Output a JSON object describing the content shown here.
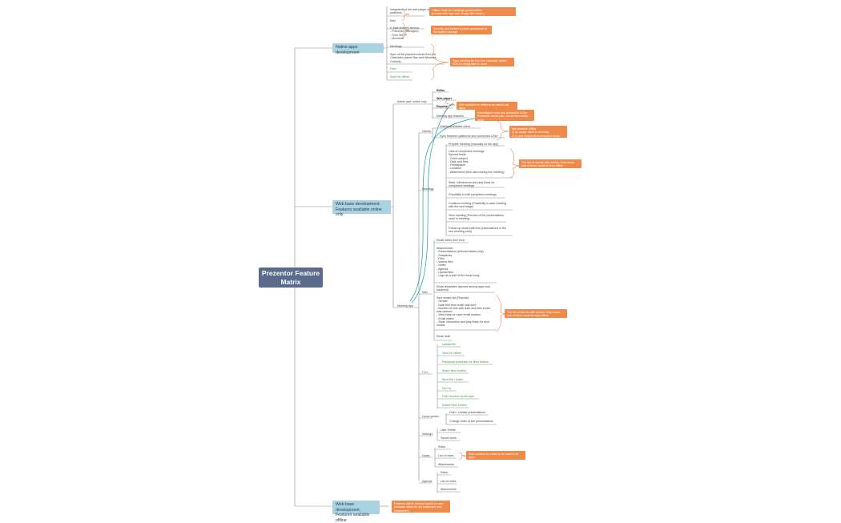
{
  "root": {
    "title": "Prezentor Feature Matrix"
  },
  "branches": {
    "native": "Native apps development",
    "web_online": "Web base development. Features available online only",
    "web_offline": "Web base development. Features available offline"
  },
  "native": {
    "integration": "Integration of the web player on both\nplatforms",
    "mail_label": "Mail",
    "mail_delivery": "E-Mail delivery service:\n- Prezentor (Sendgrid)\n- Over SMTP\n- Microsoft",
    "meetings_label": "Meetings",
    "sync_events": "Sync of the planned events from the\nCalendars (same Mac and Windows,\nOutlook).",
    "files_label": "Files",
    "save_offline": "Save for offline"
  },
  "native_notes": {
    "offline_mode": "Offline mode for meetings (presentation\npreview with logo wall, image filer mode.)",
    "security": "Security and related to store passwords in\nthe system storage",
    "sync_calendar": "Sync meeting list from the calendar, native\nSDK for integration is used."
  },
  "web": {
    "admin_part": "Admin part, online only",
    "editor": "Editor",
    "web_player": "Web player",
    "reports": "Reports",
    "meeting_app_features": "Meeting app features",
    "clients_label": "Clients",
    "clients_1": "Dashboard/delete client",
    "clients_2": "Sync between platforms and connected CRM",
    "meetings_label": "Meetings",
    "prepare": "Prepare meeting (manually on the app)",
    "lists": "Lists of completed meetings\nSynced fields:\n- Event subject\n- Date and time\n- Participants\n- Location\n- Attachment (files used during the meeting)",
    "stats": "Stats, interactions and play flows for\ncompleted meetings",
    "edit_completed": "Possibility to edit completed meetings",
    "continue": "Continue meeting (Possibility to start meeting\nwith the next stage)",
    "view": "View meeting (Preview of the presentations\nused in meeting)",
    "follow_up": "Follow up email (with the presentations in the\nend meeting view)",
    "meeting_app": "Meeting app",
    "mail_label": "Mail",
    "email_editor": "Email editor (rich text)",
    "attachments": "Attachments:\n- Presentations (selected slides only)\n- Snapshots\n- Files\n- Videos files\n- Notes\n- Agenda\n- Upload files\n- Logo as a part of the email body",
    "email_templates": "Email templates (synced among apps and\nbackend)",
    "sent_emails": "Sent emails list (Reports):\n- Sender\n- Date and time email was sent\n- Number of time with date and time email\nwas opened.\n- View stats for each email session\n- Email status\n- Stats, interaction and play flows for sent\nemails",
    "email_draft": "Email draft",
    "files_label": "Files",
    "files": [
      "Upload file",
      "Save for offline",
      "Password protection for files/ folders",
      "Share files/ folders",
      "Send file / folder",
      "Sort by",
      "Filter function by file type",
      "Delete files/ folders"
    ],
    "home_screen_label": "Home screen",
    "home_1": "Filter / Unhide presentations",
    "home_2": "Change order of the presentations",
    "settings_label": "Settings",
    "settings_1": "User Profile",
    "settings_2": "Saved users",
    "notes_label": "Notes",
    "notes_1": "Editor",
    "notes_2": "List of notes",
    "notes_3": "Attachments",
    "agenda_label": "Agenda",
    "agenda_1": "Editor",
    "agenda_2": "List of notes",
    "agenda_3": "Attachments"
  },
  "web_notes": {
    "web_solution": "Web solution for editor to be used in all\napps",
    "prezentor_app": "Reconfigure code and presented in the\nPrezentor admin part, not on the mobile\napps",
    "not_offline": "Not possible offline\n1) as usage client to meeting\n2) to add recipients to prepared email",
    "reports_list": "The list of reports with details. Only some\npart of them could be fired offline",
    "reports_logs": "The list of reports with details. Only some\npart of them could be kept offline",
    "notes_web": "Web solution for editor to be used in all\napps"
  },
  "offline_note": "Features will be defined based on user\nbusiness value for old customers and\nnewcomers",
  "colors": {
    "root": "#5b6b8c",
    "branch": "#a9d3e3",
    "note": "#f08a4b",
    "connector": "#888888",
    "link": "#1a9aa0",
    "files": "#3a9a3a"
  }
}
